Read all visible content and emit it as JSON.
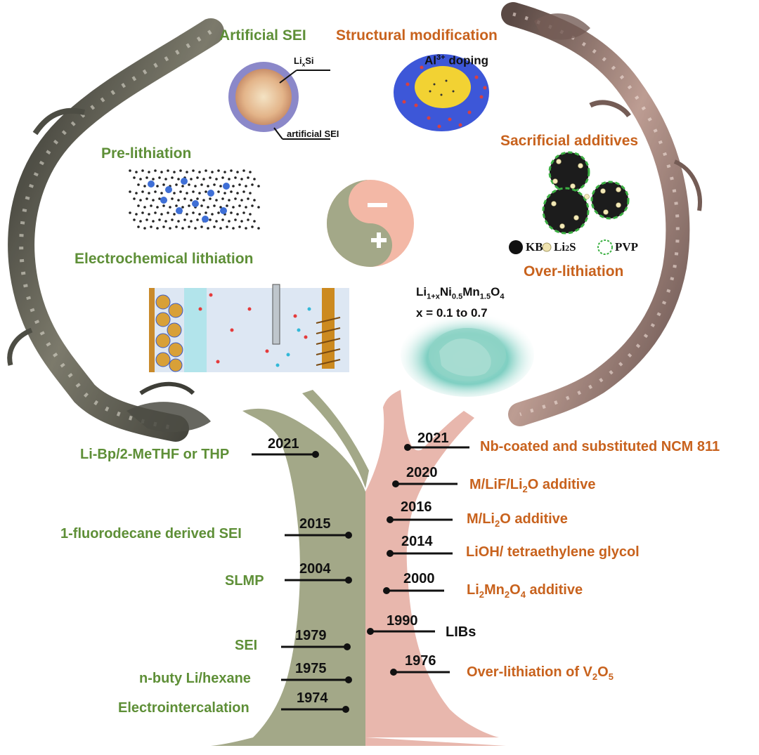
{
  "top": {
    "artificial_sei": "Artificial SEI",
    "structural_modification": "Structural modification",
    "pre_lithiation": "Pre-lithiation",
    "electrochemical_lithiation": "Electrochemical lithiation",
    "sacrificial_additives": "Sacrificial additives",
    "over_lithiation": "Over-lithiation",
    "lixsi_label": "LixSi",
    "artificial_sei_small": "artificial SEI",
    "al_doping": "Al3+ doping",
    "lnmo_formula": "Li1+xNi0.5Mn1.5O4",
    "lnmo_range": "x = 0.1 to 0.7",
    "legend_kb": "KB",
    "legend_li2s": "Li2S",
    "legend_pvp": "PVP",
    "yin_minus": "−",
    "yin_plus": "+"
  },
  "timeline_left": [
    {
      "year": "2021",
      "label": "Li-Bp/2-MeTHF or THP"
    },
    {
      "year": "2015",
      "label": "1-fluorodecane derived SEI"
    },
    {
      "year": "2004",
      "label": "SLMP"
    },
    {
      "year": "1979",
      "label": "SEI"
    },
    {
      "year": "1975",
      "label": "n-buty Li/hexane"
    },
    {
      "year": "1974",
      "label": "Electrointercalation"
    }
  ],
  "timeline_right": [
    {
      "year": "2021",
      "label": "Nb-coated and substituted NCM 811"
    },
    {
      "year": "2020",
      "label": "M/LiF/Li2O additive"
    },
    {
      "year": "2016",
      "label": "M/Li2O additive"
    },
    {
      "year": "2014",
      "label": "LiOH/ tetraethylene glycol"
    },
    {
      "year": "2000",
      "label": "Li2Mn2O4 additive"
    },
    {
      "year": "1976",
      "label": "Over-lithiation of V2O5"
    }
  ],
  "timeline_center": {
    "year": "1990",
    "label": "LIBs"
  },
  "colors": {
    "green_text": "#5e8f37",
    "orange_text": "#c8621d",
    "tree_left": "#a3a888",
    "tree_right": "#e8b7ad",
    "dragon_left": "#2b2b22",
    "dragon_right": "#6b4a40"
  }
}
